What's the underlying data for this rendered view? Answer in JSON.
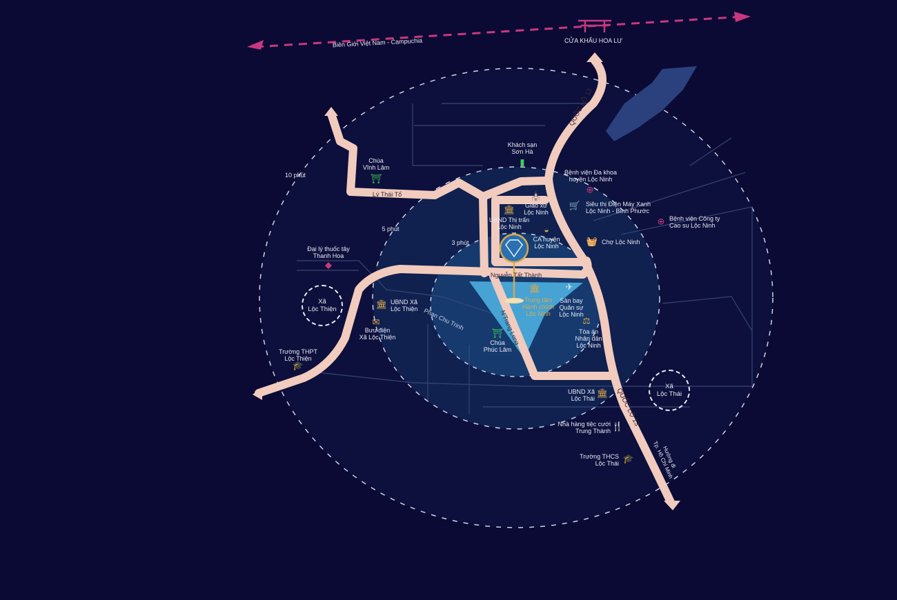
{
  "border": {
    "label": "Biên Giới Việt Nam - Campuchia",
    "gate": "CỬA KHẨU HOA LƯ",
    "color": "#c8387e"
  },
  "rings": {
    "outer": "10 phút",
    "middle": "5 phút",
    "inner": "3 phút"
  },
  "roads": {
    "ql13_top": "QUỐC LỘ 13",
    "ql13_bottom": "QUỐC LỘ 13",
    "ly_thai_to": "Lý Thái Tổ",
    "nguyen_tat_thanh": "Nguyễn Tất Thành",
    "ntrang_long": "N'Trang Long",
    "phan_chu_trinh": "Phan Chu Trinh",
    "direction": "Hướng đi\nTp. Hồ Chí Minh"
  },
  "zones": {
    "loc_thien": "Xã\nLộc Thiện",
    "loc_thai": "Xã\nLộc Thái"
  },
  "places": {
    "khach_san": "Khách sạn\nSơn Hà",
    "chua_vinh_lam": "Chùa\nVĩnh Lâm",
    "benh_vien_da_khoa": "Bệnh viện Đa khoa\nhuyện Lộc Ninh",
    "giao_xu": "Giáo xứ\nLộc Ninh",
    "ubnd_thi_tran": "UBND Thị trấn\nLộc Ninh",
    "sieu_thi": "Siêu thị Điện Máy Xanh\nLộc Ninh - Bình Phước",
    "benh_vien_cao_su": "Bệnh viện Công ty\nCao su Lộc Ninh",
    "ca_huyen": "CA huyện\nLộc Ninh",
    "cho": "Chợ Lộc Ninh",
    "trung_tam": "Trung tâm\nHành chính\nLộc Ninh",
    "san_bay": "Sân bay\nQuân sự\nLộc Ninh",
    "toa_an": "Tòa án\nNhân dân\nLộc Ninh",
    "chua_phuc_lam": "Chùa\nPhúc Lâm",
    "ubnd_loc_thien": "UBND Xã\nLộc Thiện",
    "buu_dien": "Bưu điện\nXã Lộc Thiện",
    "dai_ly_thuoc": "Đại lý thuốc tây\nThanh Hoa",
    "thpt": "Trường THPT\nLộc Thiện",
    "ubnd_loc_thai": "UBND Xã\nLộc Thái",
    "nha_hang": "Nhà hàng tiệc cưới\nTrung Thành",
    "thcs": "Trường THCS\nLộc Thái"
  },
  "colors": {
    "background": "#0b0a35",
    "road": "#f1cbbd",
    "zone_inner": "#1e5a96",
    "highlight": "#4fb6e6",
    "lake": "#2b417d",
    "gold": "#d9a84a"
  }
}
